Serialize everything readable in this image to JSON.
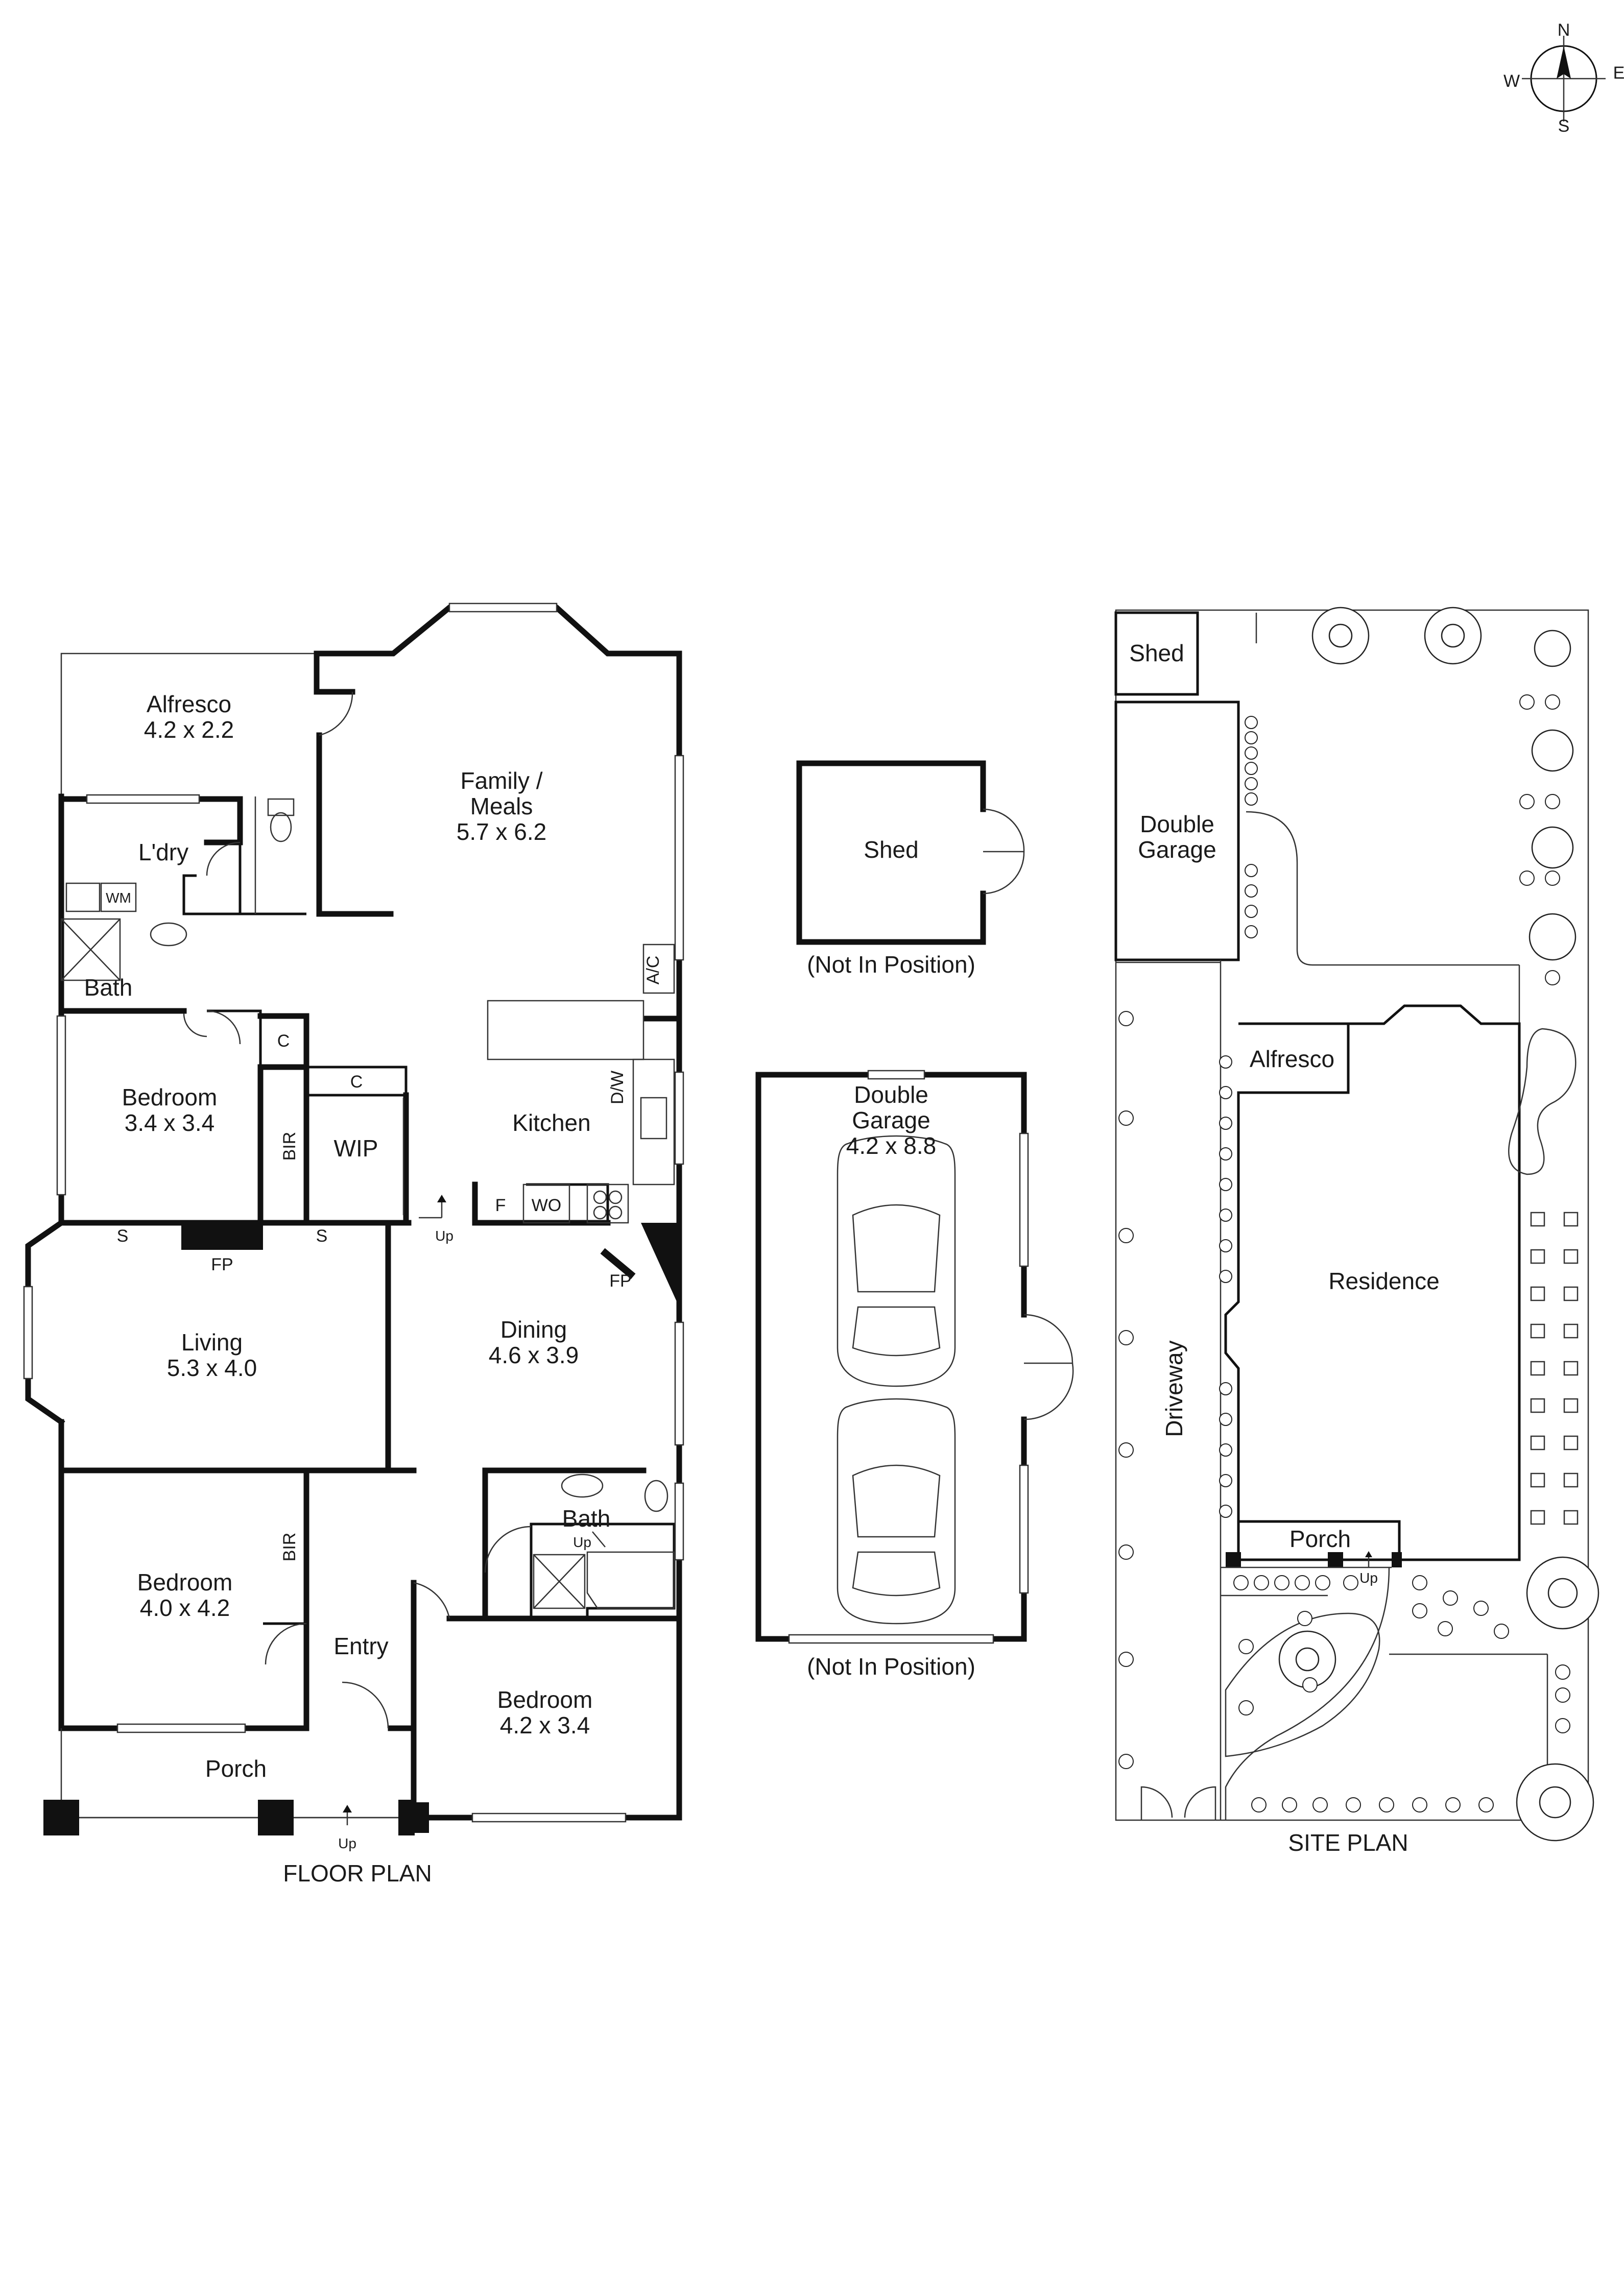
{
  "compass": {
    "n": "N",
    "e": "E",
    "s": "S",
    "w": "W"
  },
  "floor_plan": {
    "title": "FLOOR PLAN",
    "alfresco": {
      "name": "Alfresco",
      "dims": "4.2 x 2.2"
    },
    "family": {
      "name_1": "Family /",
      "name_2": "Meals",
      "dims": "5.7 x 6.2"
    },
    "laundry": {
      "name": "L'dry",
      "wm": "WM"
    },
    "bath_1": {
      "name": "Bath"
    },
    "ac": "A/C",
    "bed_1": {
      "name": "Bedroom",
      "dims": "3.4 x 3.4"
    },
    "c_1": "C",
    "c_2": "C",
    "bir_1": "BIR",
    "wip": "WIP",
    "kitchen": {
      "name": "Kitchen",
      "dw": "D/W",
      "f": "F",
      "wo": "WO"
    },
    "s_1": "S",
    "s_2": "S",
    "fp_1": "FP",
    "fp_2": "FP",
    "up_1": "Up",
    "living": {
      "name": "Living",
      "dims": "5.3 x 4.0"
    },
    "dining": {
      "name": "Dining",
      "dims": "4.6 x 3.9"
    },
    "bath_2": {
      "name": "Bath",
      "up": "Up"
    },
    "bed_2": {
      "name": "Bedroom",
      "dims": "4.0 x 4.2"
    },
    "bir_2": "BIR",
    "entry": "Entry",
    "bed_3": {
      "name": "Bedroom",
      "dims": "4.2 x 3.4"
    },
    "porch": "Porch",
    "up_2": "Up"
  },
  "outbuildings": {
    "shed": {
      "name": "Shed",
      "note": "(Not In Position)"
    },
    "garage": {
      "name_1": "Double",
      "name_2": "Garage",
      "dims": "4.2 x 8.8",
      "note": "(Not In Position)"
    }
  },
  "site_plan": {
    "title": "SITE PLAN",
    "shed": "Shed",
    "garage_1": "Double",
    "garage_2": "Garage",
    "alfresco": "Alfresco",
    "residence": "Residence",
    "driveway": "Driveway",
    "porch": "Porch",
    "up": "Up"
  }
}
